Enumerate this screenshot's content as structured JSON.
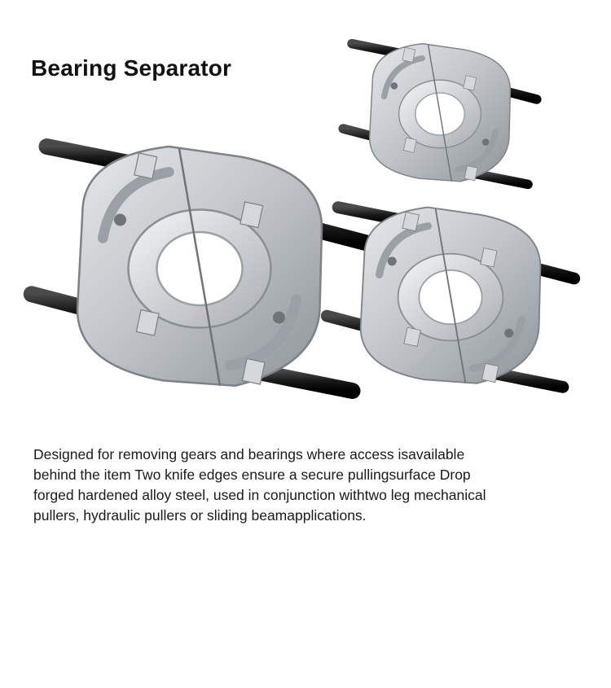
{
  "page": {
    "title": "Bearing Separator",
    "description_lines": [
      "Designed for removing gears and bearings where access isavailable",
      "behind the item Two knife edges ensure a secure pullingsurface Drop",
      "forged hardened alloy steel, used in conjunction withtwo leg mechanical",
      "pullers, hydraulic pullers or sliding beamapplications."
    ]
  },
  "images": {
    "product_photo": "bearing-separator-set"
  },
  "colors": {
    "text": "#111111",
    "steel": "#c9ccd0",
    "bolt": "#1e1e1e"
  }
}
